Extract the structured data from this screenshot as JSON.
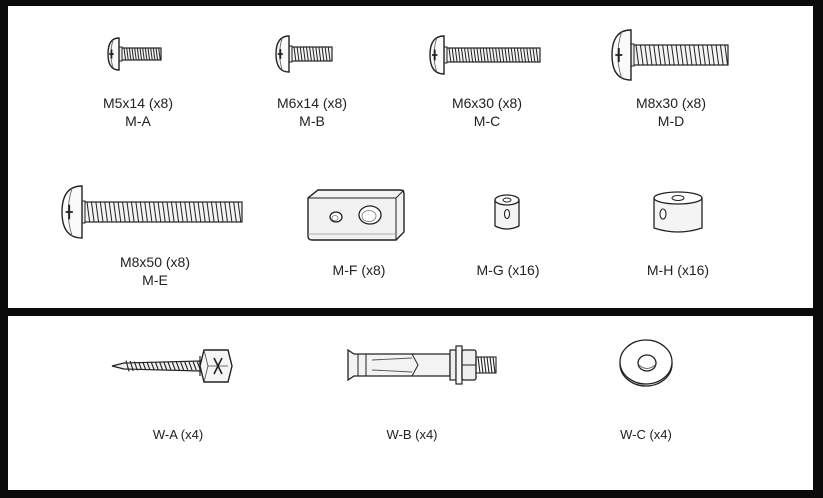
{
  "mounting_hardware": {
    "screws": [
      {
        "size": "M5x14 (x8)",
        "code": "M-A"
      },
      {
        "size": "M6x14 (x8)",
        "code": "M-B"
      },
      {
        "size": "M6x30 (x8)",
        "code": "M-C"
      },
      {
        "size": "M8x30 (x8)",
        "code": "M-D"
      },
      {
        "size": "M8x50 (x8)",
        "code": "M-E"
      }
    ],
    "small_parts": [
      {
        "label": "M-F (x8)"
      },
      {
        "label": "M-G (x16)"
      },
      {
        "label": "M-H (x16)"
      }
    ]
  },
  "wall_hardware": [
    {
      "label": "W-A (x4)"
    },
    {
      "label": "W-B (x4)"
    },
    {
      "label": "W-C (x4)"
    }
  ]
}
